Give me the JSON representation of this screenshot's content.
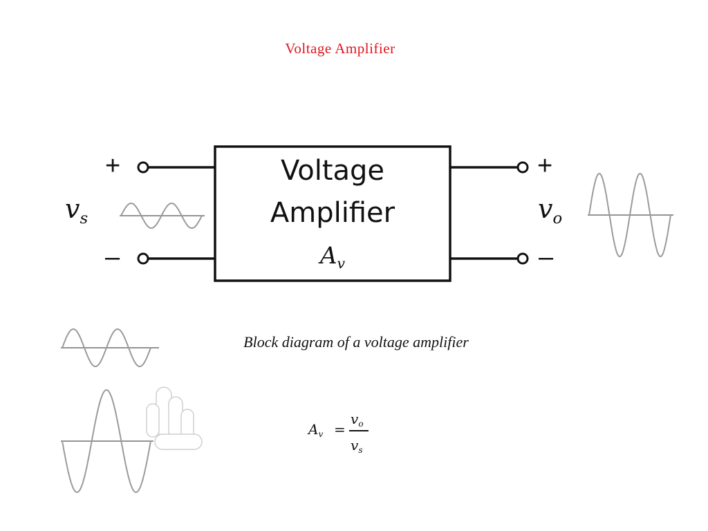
{
  "header": {
    "title": "Voltage Amplifier"
  },
  "diagram": {
    "box_line1": "Voltage",
    "box_line2": "Amplifier",
    "gain_symbol": "A",
    "gain_subscript": "v",
    "input": {
      "plus": "+",
      "minus": "–",
      "symbol": "v",
      "subscript": "s"
    },
    "output": {
      "plus": "+",
      "minus": "–",
      "symbol": "v",
      "subscript": "o"
    }
  },
  "caption": "Block diagram of a voltage amplifier",
  "equation": {
    "lhs_symbol": "A",
    "lhs_subscript": "v",
    "equals": "=",
    "num_symbol": "v",
    "num_subscript": "o",
    "den_symbol": "v",
    "den_subscript": "s"
  },
  "colors": {
    "title": "#e0141e",
    "ink": "#111111",
    "wave": "#9a9a9a"
  },
  "icons": [
    "input-sine-wave",
    "output-sine-wave",
    "small-sine-wave",
    "large-sine-wave",
    "hand-cursor-icon"
  ]
}
